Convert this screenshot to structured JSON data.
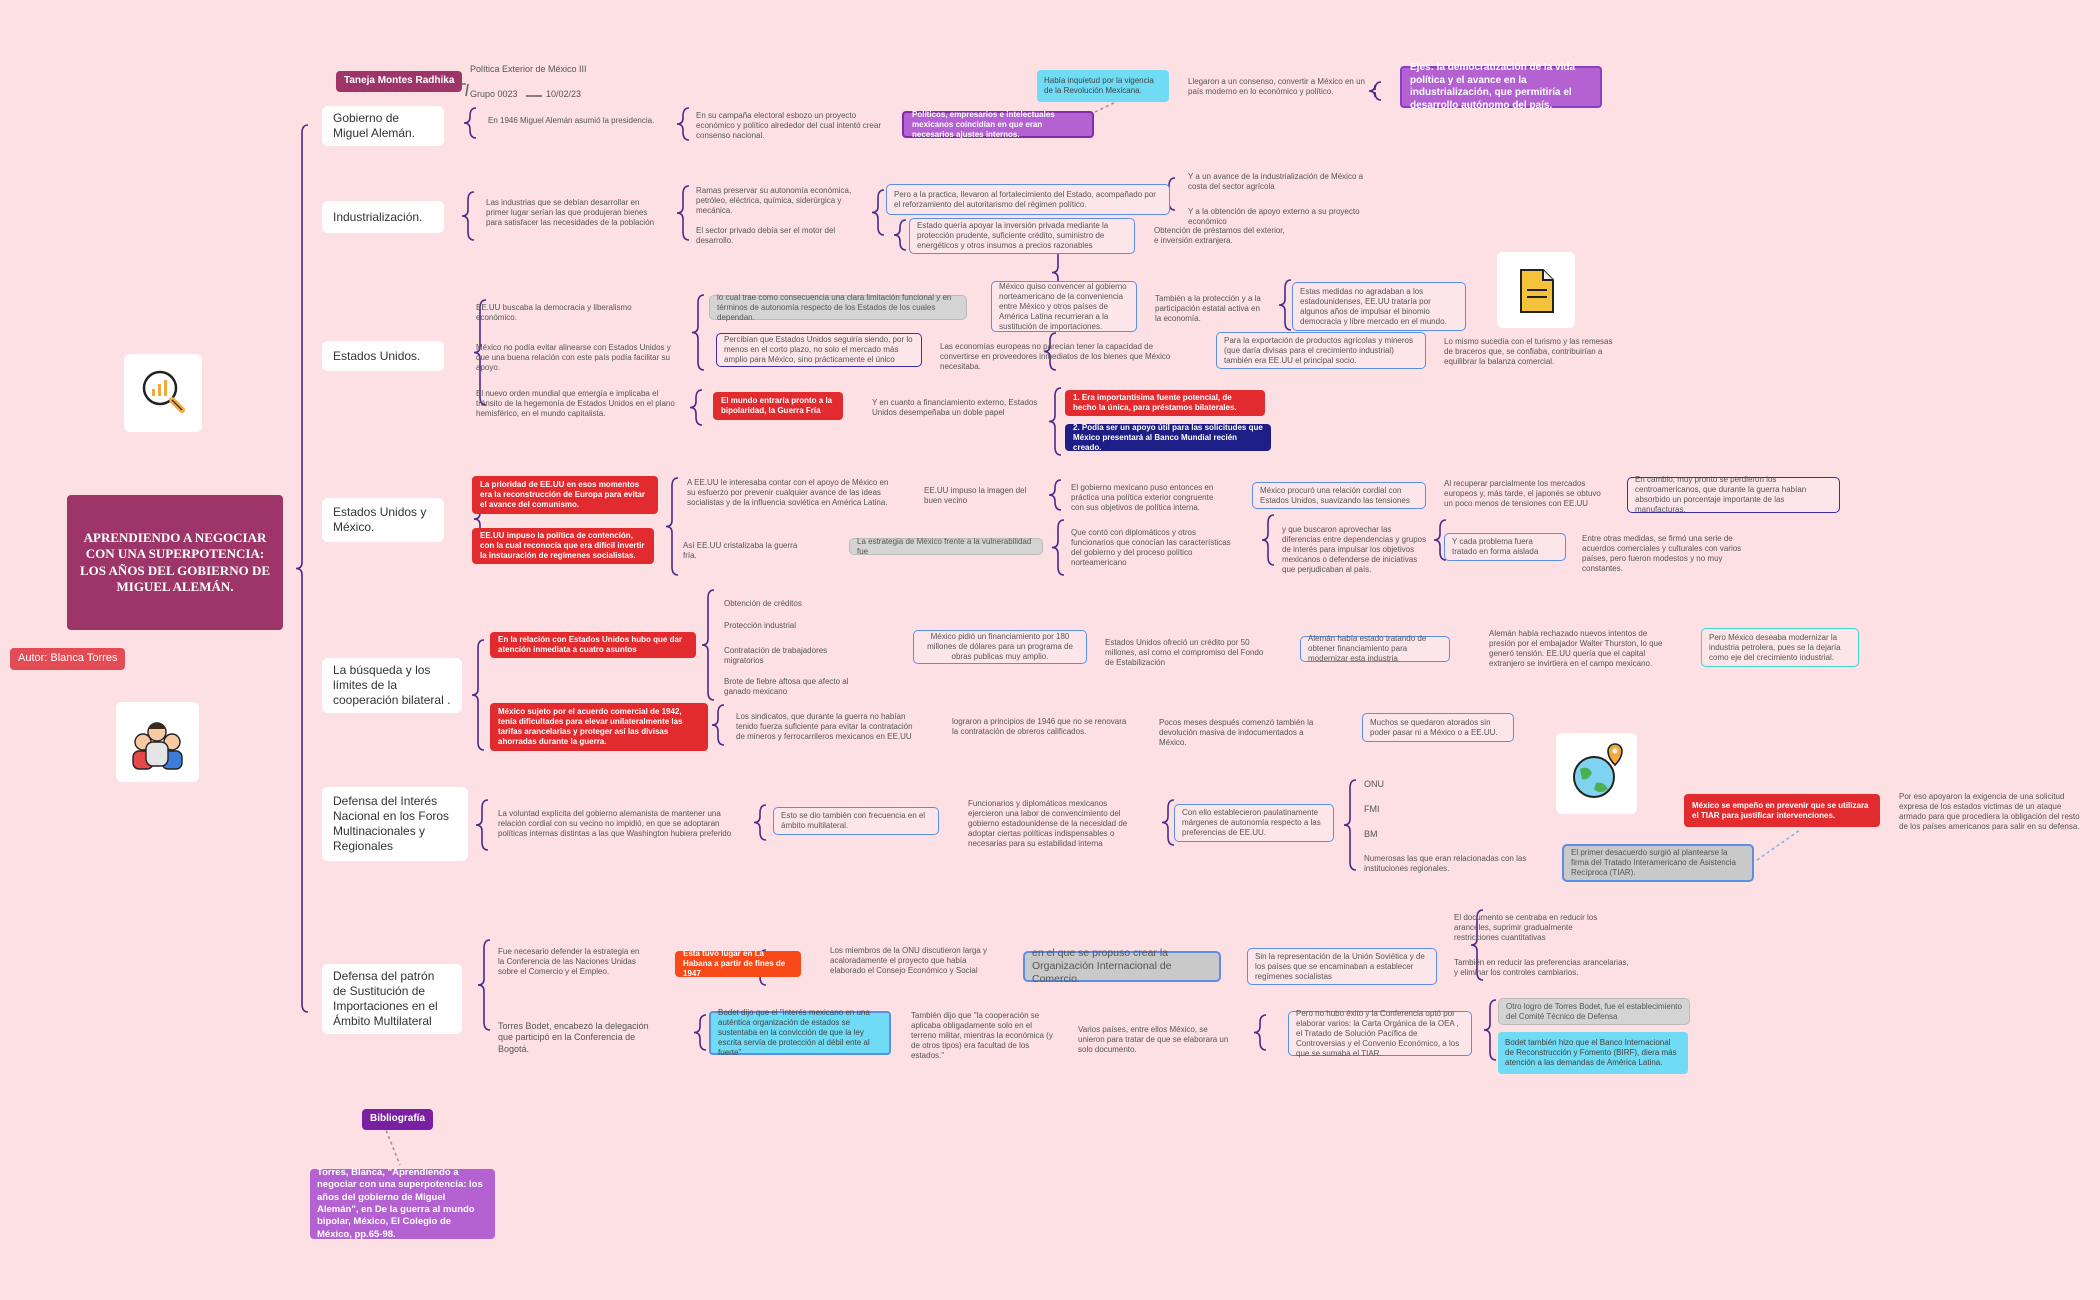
{
  "header": {
    "name": "Taneja Montes Radhika",
    "course": "Política Exterior de México III",
    "group": "Grupo 0023",
    "date": "10/02/23"
  },
  "central": "APRENDIENDO A NEGOCIAR CON UNA SUPERPOTENCIA: LOS AÑOS DEL GOBIERNO DE MIGUEL ALEMÁN.",
  "author": "Autor: Blanca Torres",
  "topics": {
    "t1": "Gobierno de Miguel Alemán.",
    "t2": "Industrialización.",
    "t3": "Estados Unidos.",
    "t4": "Estados Unidos y México.",
    "t5": "La búsqueda y los límites de la cooperación bilateral .",
    "t6": "Defensa del Interés Nacional en los Foros Multinacionales y Regionales",
    "t7": "Defensa del patrón de Sustitución de Importaciones en el Ámbito Multilateral"
  },
  "g1": {
    "a": "En 1946 Miguel Alemán asumió la presidencia.",
    "b": "En su campaña electoral esbozo un proyecto económico y político alrededor del cual intentó crear consenso nacional.",
    "c": "Políticos, empresarios e intelectuales mexicanos coincidían en que eran necesarios  ajustes internos.",
    "d": "Había inquietud  por la vigencia de la Revolución Mexicana.",
    "e": "Llegaron a un consenso, convertir a México en un país moderno en lo económico y político.",
    "f": "Ejes: la democratización de la vida política y el avance en la industrialización, que permitiría el desarrollo autónomo del país."
  },
  "g2": {
    "a": "Las industrias que se debían desarrollar en primer lugar serían las que produjeran bienes para satisfacer las necesidades de la población",
    "b": "Ramas preservar su autonomía económica, petróleo, eléctrica, química, siderúrgica y mecánica.",
    "c": "El sector privado debía ser el motor del desarrollo.",
    "d": "Pero a la practica, llevaron al fortalecimiento del Estado, acompañado por el reforzamiento del autoritarismo del régimen político.",
    "e": "Y a un avance de la industrialización de México a costa del sector agrícola",
    "f": "Y a la obtención de apoyo externo a su proyecto económico",
    "g": "Estado quería apoyar la inversión privada mediante la protección prudente, suficiente crédito, suministro de energéticos y otros insumos a precios razonables",
    "h": "Obtención de préstamos del exterior, e inversión extranjera."
  },
  "g3": {
    "a": "EE.UU buscaba la democracia y liberalismo económico.",
    "b": "lo cual trae como consecuencia una clara limitación funcional y en términos de autonomía respecto de los Estados de los cuales dependan.",
    "c": "México quiso convencer al gobierno norteamericano de la conveniencia entre México y otros países de América Latina recurrieran a la sustitución de importaciones.",
    "d": "También a  la protección y a la participación estatal activa en la economía.",
    "e": "Estas medidas no agradaban a los estadounidenses, EE.UU trataría por algunos años de impulsar el binomio democracia y libre mercado en el mundo.",
    "f": "México no podía evitar alinearse con Estados Unidos y que una buena relación con este país podía facilitar su apoyo.",
    "g": "Percibían que Estados Unidos seguiría siendo, por lo menos en el corto plazo, no solo el mercado más amplio para México, sino prácticamente el único",
    "h": "Las economías europeas no parecían tener la capacidad de convertirse en proveedores inmediatos de los bienes que México necesitaba.",
    "i": "Para la exportación de productos agrícolas y mineros (que daría divisas para el crecimiento industrial) también era EE.UU el principal socio.",
    "j": "Lo mismo sucedía con el turismo y las remesas de braceros que, se confiaba, contribuirían a equilibrar la balanza comercial.",
    "k": "El nuevo orden mundial que emergía e implicaba el tránsito de la hegemonía de Estados Unidos en el plano hemisférico, en el mundo capitalista.",
    "l": "El mundo entraría pronto a la bipolaridad, la Guerra Fría",
    "m": "Y en cuanto a financiamiento externo, Estados Unidos desempeñaba un doble papel",
    "n": "1. Era importantísima fuente potencial, de hecho la única, para préstamos bilaterales.",
    "o": "2. Podía ser un apoyo útil para las solicitudes que México presentará al Banco Mundial recién creado."
  },
  "g4": {
    "a": "La prioridad de EE.UU en esos momentos era la reconstrucción de Europa para evitar el avance del comunismo.",
    "b": "A EE.UU le interesaba contar con el apoyo de México en su esfuerzo por prevenir cualquier avance de las ideas socialistas y de la influencia soviética en América Latina.",
    "c": "EE.UU impuso la imagen del buen vecino",
    "d": "El gobierno mexicano puso entonces en práctica una política exterior congruente con sus objetivos de política interna.",
    "e": "México procuró una relación cordial con Estados Unidos, suavizando las tensiones",
    "f": "Al recuperar parcialmente los mercados europeos y, más tarde, el japonés se obtuvo un poco menos de tensiones con EE.UU",
    "g": "En cambio, muy pronto se perdieron los centroamericanos, que durante la guerra habían absorbido un porcentaje importante de las manufacturas.",
    "h": "EE.UU impuso la política de contención, con la cual reconocía que era difícil invertir la instauración de regímenes socialistas.",
    "i": "Así EE.UU cristalizaba la guerra fría.",
    "j": "La estrategia de México frente a la vulnerabilidad fue",
    "k": "Que contó con diplomáticos y otros funcionarios que conocían las características del gobierno y del proceso político norteamericano",
    "l": "y que buscaron aprovechar las diferencias entre dependencias y grupos de interés para impulsar los objetivos mexicanos o defenderse de iniciativas que perjudicaban al país.",
    "m": "Y cada problema fuera tratado en forma aislada",
    "n": "Entre otras medidas, se firmó una serie de acuerdos comerciales y culturales con varios países, pero fueron modestos y no muy constantes."
  },
  "g5": {
    "a": "En la relación con Estados Unidos hubo que dar atención inmediata a cuatro asuntos",
    "l1": "Obtención de créditos",
    "l2": "Protección industrial",
    "l3": "Contratación de trabajadores migratorios",
    "l4": "Brote de fiebre aftosa que afecto al ganado mexicano",
    "b": "México pidió un financiamiento por 180 millones de dólares para un programa de obras publicas muy amplio.",
    "c": "Estados Unidos ofreció un crédito por 50 millones, así como el compromiso del Fondo de Estabilización",
    "d": "Alemán había estado tratando de obtener financiamiento para modernizar esta industria",
    "e": "Alemán había rechazado nuevos intentos de presión por el embajador Walter Thurston, lo que generó tensión. EE.UU quería que el capital extranjero se invirtiera en el campo mexicano.",
    "f": "Pero México deseaba modernizar la industria petrolera,  pues se la dejaría como eje del crecimiento industrial.",
    "g": "México sujeto por el acuerdo comercial de 1942, tenía dificultades para elevar unilateralmente las tarifas arancelarias y proteger así las divisas ahorradas durante la guerra.",
    "h": "Los sindicatos, que durante la guerra no habían tenido fuerza suficiente para evitar la contratación de mineros y ferrocarrileros mexicanos en EE.UU",
    "i": "lograron a principios de 1946 que no se renovara la contratación de obreros calificados.",
    "j": "Pocos meses después comenzó también la devolución masiva de indocumentados a México.",
    "k": "Muchos se quedaron atorados sin poder pasar ni a México o a EE.UU."
  },
  "g6": {
    "a": "La voluntad explícita del gobierno alemanista de mantener una relación cordial con su vecino no impidió, en que se adoptaran políticas internas distintas a las que Washington hubiera preferido",
    "b": "Esto se dio también con frecuencia en el ámbito multilateral.",
    "c": "Funcionarios y diplomáticos mexicanos ejercieron una labor de convencimiento del gobierno estadounidense de la necesidad de adoptar ciertas políticas indispensables o necesarias para su estabilidad interna",
    "d": "Con ello establecieron paulatinamente márgenes de autonomía respecto a las preferencias de EE.UU.",
    "o1": "ONU",
    "o2": "FMI",
    "o3": "BM",
    "e": "Numerosas las que eran relacionadas con las instituciones regionales.",
    "f": "El primer desacuerdo surgió al plantearse la firma del Tratado Interamericano de Asistencia Recíproca (TIAR).",
    "g": "México se empeño en prevenir que se utilizara el TIAR para justificar intervenciones.",
    "h": "Por eso apoyaron la exigencia de una solicitud expresa de los estados victimas de un ataque armado para que procediera la obligación del resto de los países americanos para salir en su defensa."
  },
  "g7": {
    "a": "Fue necesario defender la estrategia en la Conferencia de las Naciones Unidas sobre el Comercio y el Empleo.",
    "b": "Esta tuvo lugar en La Habana a partir de fines de 1947",
    "c": "Los miembros de la ONU discutieron larga y acaloradamente el proyecto que había elaborado el Consejo Económico y Social",
    "d": "en el que se propuso crear la Organización Internacional de Comercio.",
    "e": "Sin la representación de la Unión Soviética y de los países que se encaminaban a establecer regímenes socialistas",
    "f": "El documento se centraba en reducir los aranceles, suprimir gradualmente restricciones cuantitativas",
    "g": "También en reducir las preferencias arancelarias, y eliminar los controles cambiarios.",
    "h": "Torres Bodet, encabezó la delegación que participó en la Conferencia de Bogotá.",
    "i": "Bodet dijo que el \"interés mexicano en una auténtica organización de estados se sustentaba en la convicción de que la ley escrita servía de protección al débil ente al fuerte\"",
    "j": "También dijo que \"la cooperación se aplicaba obligadamente solo en el terreno militar, mientras la económica (y de otros tipos) era facultad de los estados.\"",
    "k": "Varios países, entre ellos México, se unieron para tratar de que se elaborara un solo documento.",
    "l": "Pero no hubo éxito y la Conferencia optó por elaborar varios: la Carta Orgánica de la OEA , el Tratado de Solución Pacífica de Controversias y el Convenio Económico, a los que se sumaba el TIAR.",
    "m": "Otro logro de Torres Bodet, fue el establecimiento del Comité Técnico de Defensa",
    "n": "Bodet también hizo que el Banco Internacional de Reconstrucción y Fomento (BIRF), diera más atención a las demandas de América Latina."
  },
  "bibliografia": {
    "label": "Bibliografía",
    "text": "Torres, Blanca, \"Aprendiendo a negociar con una superpotencia: los años del gobierno de Miguel Alemán\", en De la guerra al mundo bipolar, México, El Colegio de México, pp.65-98."
  },
  "icons": {
    "analysis": "magnifier-chart-icon",
    "people": "people-group-icon",
    "document": "document-icon",
    "globe": "globe-location-icon"
  },
  "colors": {
    "background": "#fde0e4",
    "central": "#9e3568",
    "line": "#4a2a8c",
    "red": "#e12b2f",
    "navy": "#1d1f87",
    "purple": "#b462d1",
    "cyan": "#6fdbf4",
    "blue_border": "#5b8fe6"
  }
}
